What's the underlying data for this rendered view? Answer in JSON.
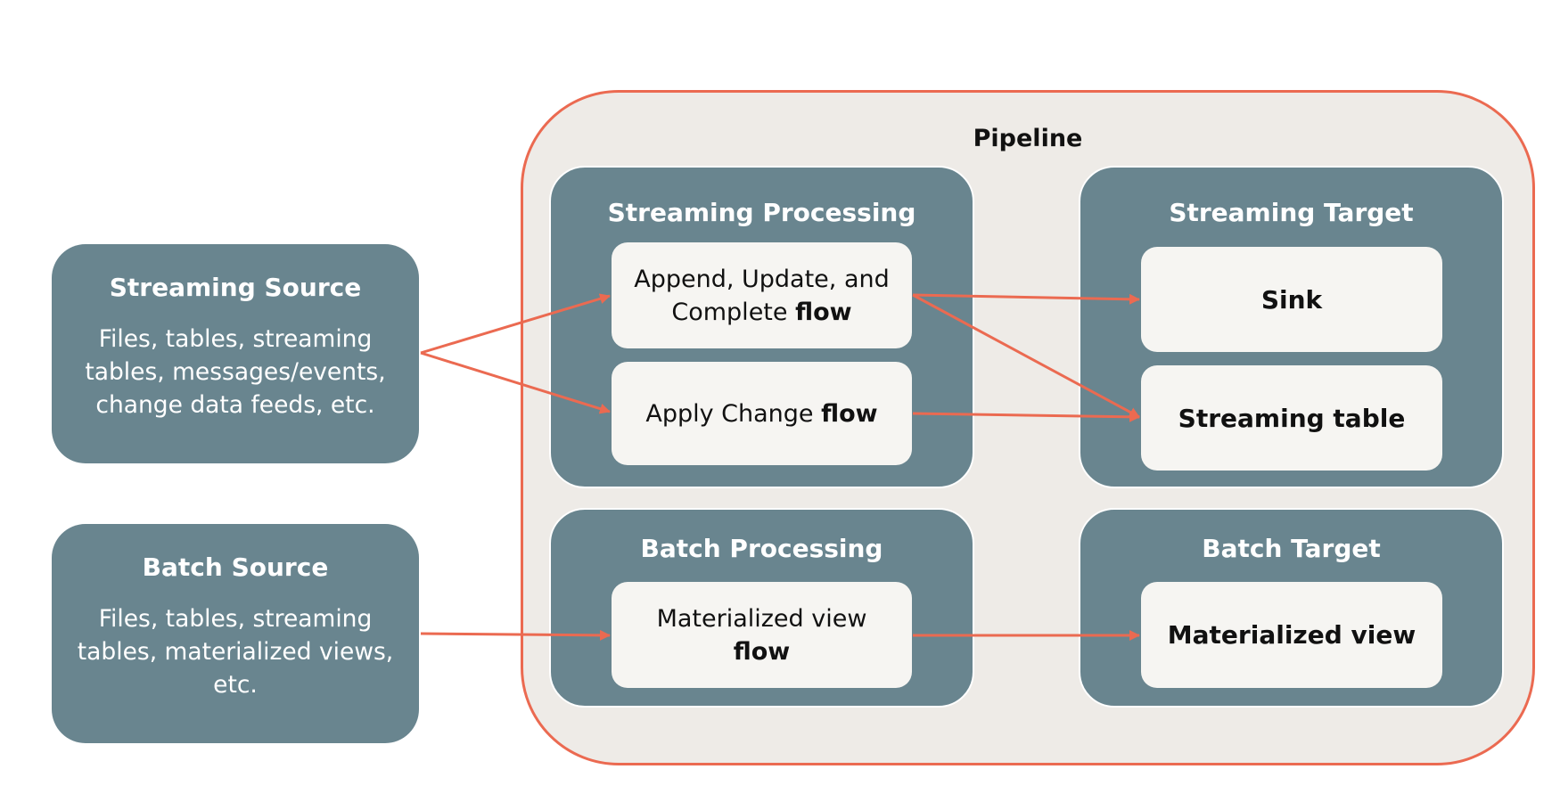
{
  "pipeline": {
    "title": "Pipeline"
  },
  "sources": {
    "streaming": {
      "title": "Streaming Source",
      "description": "Files, tables, streaming tables, messages/events, change data feeds, etc."
    },
    "batch": {
      "title": "Batch Source",
      "description": "Files, tables, streaming tables, materialized views, etc."
    }
  },
  "streaming_processing": {
    "title": "Streaming Processing",
    "append_flow": {
      "text": "Append, Update, and Complete",
      "bold": "flow"
    },
    "apply_change_flow": {
      "text": "Apply Change",
      "bold": "flow"
    }
  },
  "batch_processing": {
    "title": "Batch Processing",
    "materialized_view_flow": {
      "text": "Materialized view",
      "bold": "flow"
    }
  },
  "streaming_target": {
    "title": "Streaming Target",
    "sink": "Sink",
    "streaming_table": "Streaming table"
  },
  "batch_target": {
    "title": "Batch Target",
    "materialized_view": "Materialized view"
  },
  "colors": {
    "accent": "#eb6a51",
    "group": "#69858f",
    "pipeline_bg": "#eeebe7",
    "node_bg": "#f6f5f2"
  }
}
